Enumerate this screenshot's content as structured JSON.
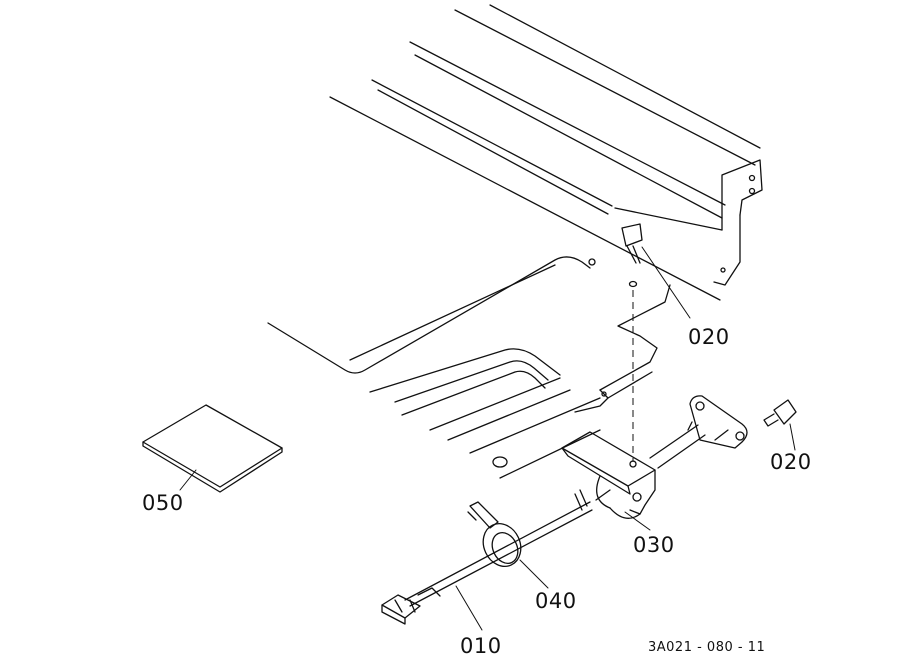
{
  "diagram": {
    "part_labels": {
      "bolt_upper": "020",
      "bolt_right": "020",
      "bracket": "030",
      "clamp": "040",
      "harness": "010",
      "sheet": "050"
    },
    "drawing_code": "3A021 - 080 - 11"
  }
}
